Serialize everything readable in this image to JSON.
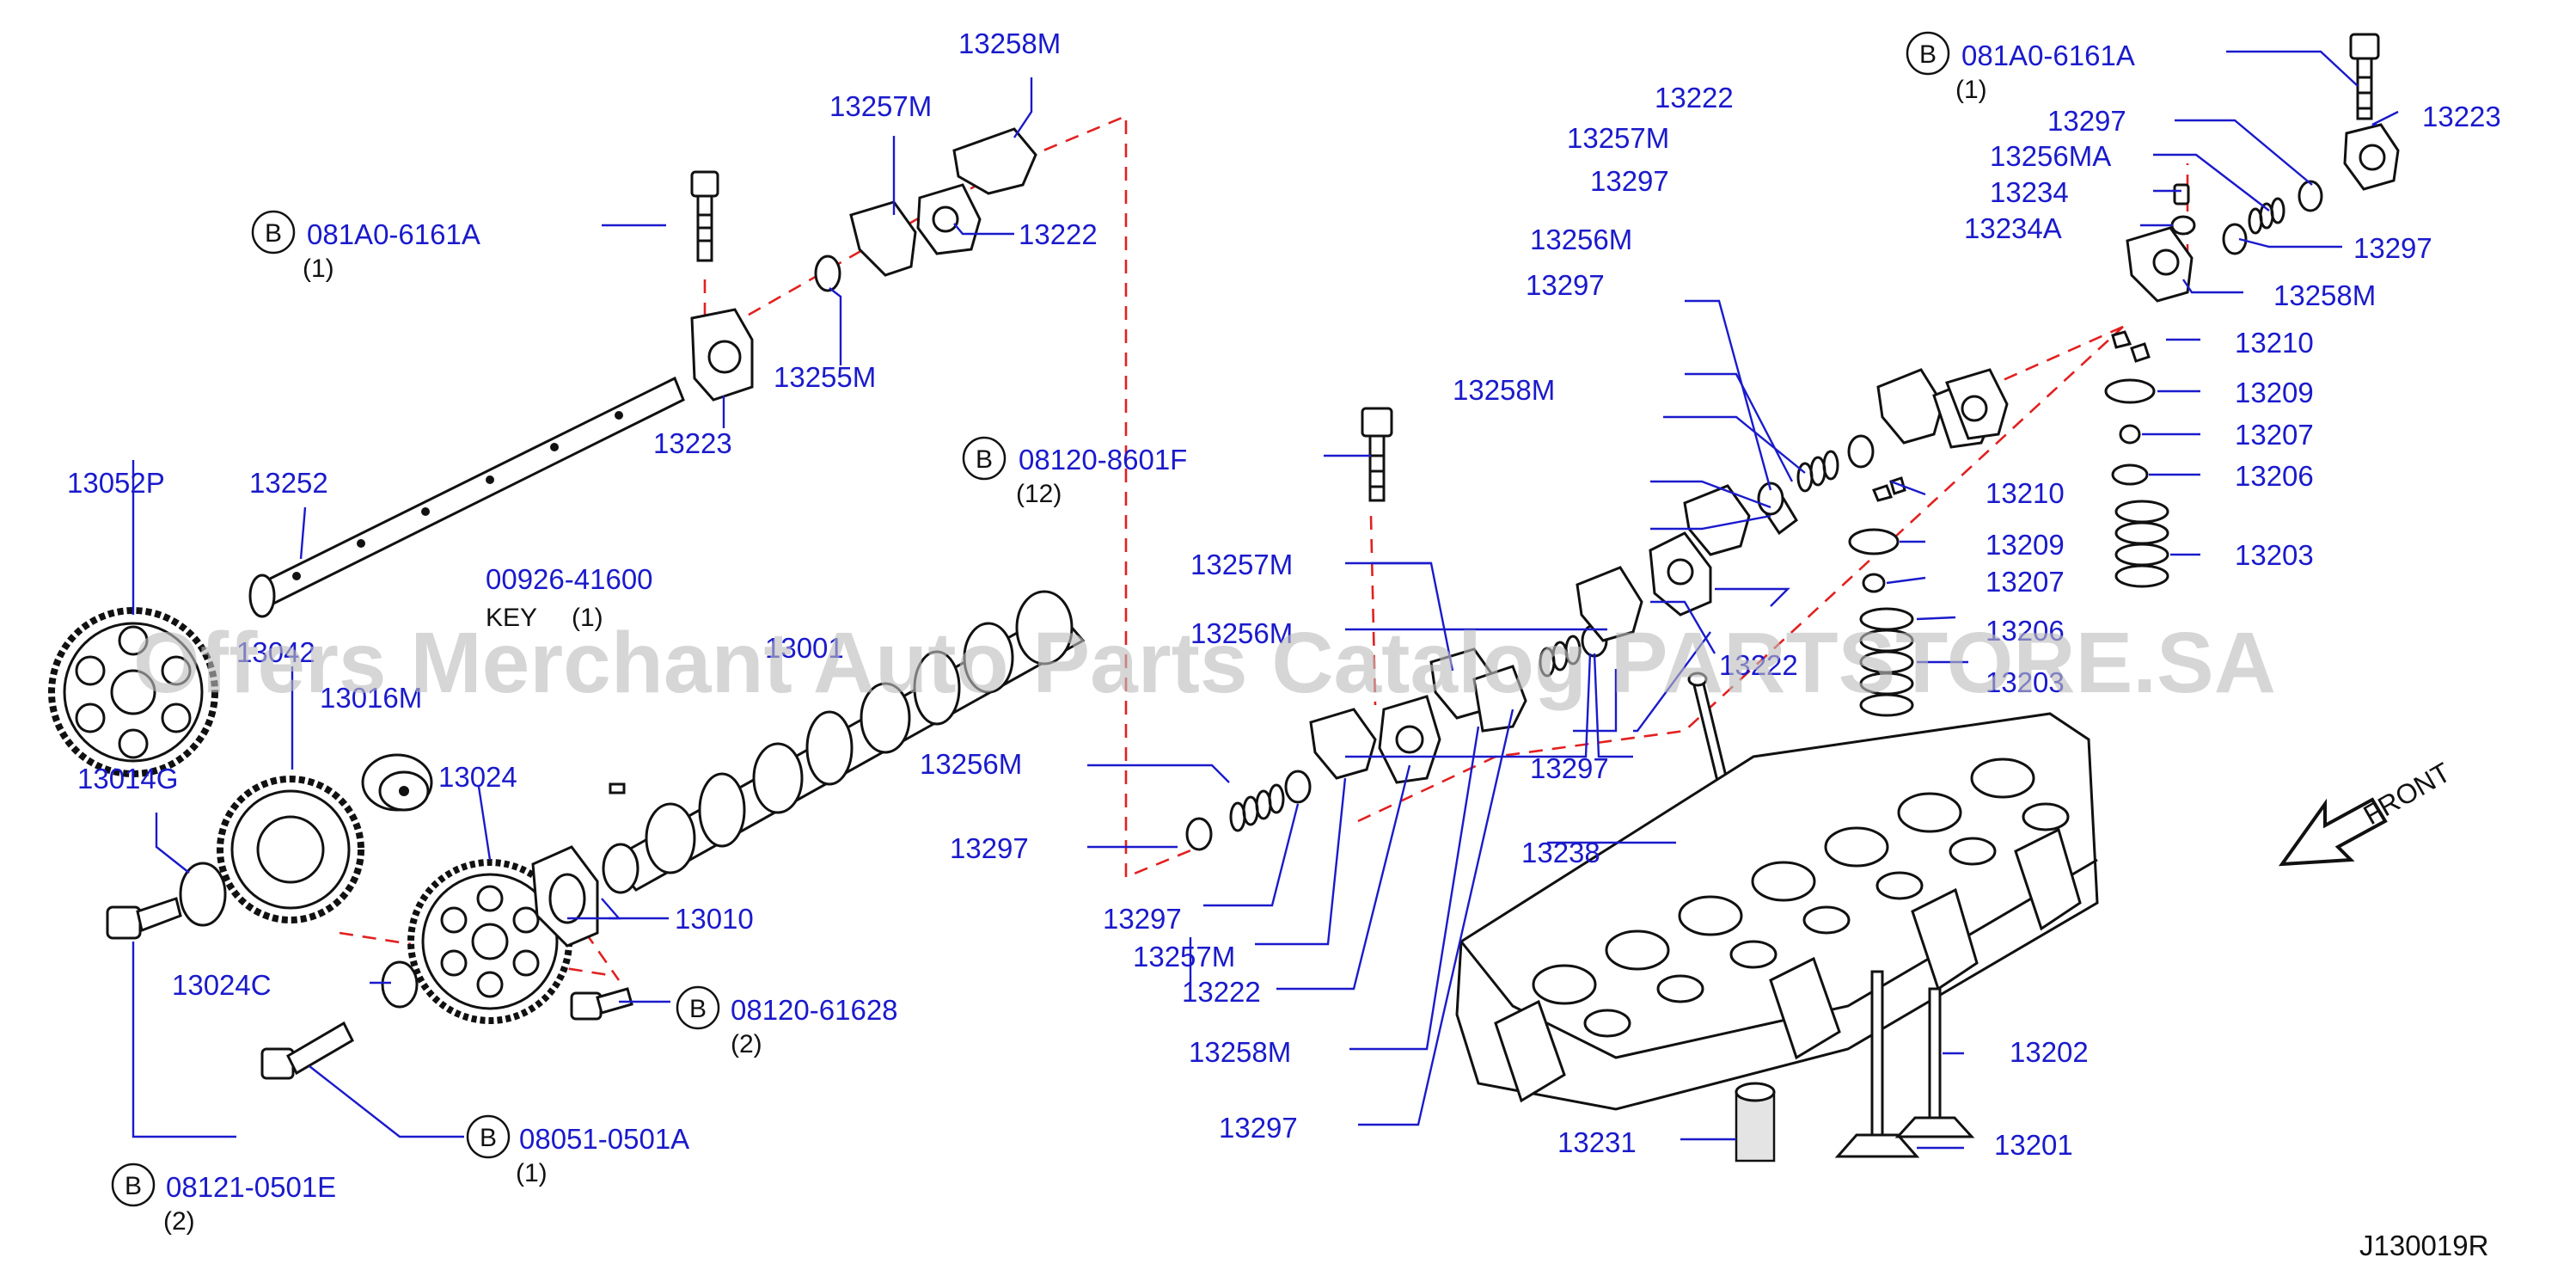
{
  "callouts": {
    "p13258M_a": "13258M",
    "p13257M_a": "13257M",
    "p13222_a": "13222",
    "p13255M": "13255M",
    "p13223_a": "13223",
    "p13052P": "13052P",
    "p13252": "13252",
    "p00926_41600": "00926-41600",
    "key": "KEY",
    "p13042": "13042",
    "p13001": "13001",
    "p13016M": "13016M",
    "p13024": "13024",
    "p13014G": "13014G",
    "p13010": "13010",
    "p13024C": "13024C",
    "p13256M_a": "13256M",
    "p13297_a": "13297",
    "p13297_b": "13297",
    "p13257M_b": "13257M",
    "p13222_b": "13222",
    "p13258M_b": "13258M",
    "p13297_c": "13297",
    "p13257M_c": "13257M",
    "p13256M_b": "13256M",
    "p13222_c": "13222",
    "p13297_d": "13297",
    "p13258M_c": "13258M",
    "p13222_d": "13222",
    "p13257M_d": "13257M",
    "p13297_e": "13297",
    "p13256M_c": "13256M",
    "p13297_f": "13297",
    "p13238": "13238",
    "p13231": "13231",
    "p13201": "13201",
    "p13202": "13202",
    "p13210_a": "13210",
    "p13209_a": "13209",
    "p13207_a": "13207",
    "p13206_a": "13206",
    "p13203_a": "13203",
    "p13223_b": "13223",
    "p13297_g": "13297",
    "p13256MA": "13256MA",
    "p13234": "13234",
    "p13234A": "13234A",
    "p13297_h": "13297",
    "p13258M_d": "13258M",
    "p13210_b": "13210",
    "p13209_b": "13209",
    "p13207_b": "13207",
    "p13206_b": "13206",
    "p13203_b": "13203"
  },
  "bolts": [
    {
      "prefix": "B",
      "code": "081A0-6161A",
      "qty": "(1)"
    },
    {
      "prefix": "B",
      "code": "08120-8601F",
      "qty": "(12)"
    },
    {
      "prefix": "B",
      "code": "08120-61628",
      "qty": "(2)"
    },
    {
      "prefix": "B",
      "code": "08051-0501A",
      "qty": "(1)"
    },
    {
      "prefix": "B",
      "code": "08121-0501E",
      "qty": "(2)"
    },
    {
      "prefix": "B",
      "code": "081A0-6161A",
      "qty": "(1)"
    }
  ],
  "key_qty": "(1)",
  "front_label": "FRONT",
  "watermark": "Offers Merchant Auto Parts Catalog PARTSTORE.SA",
  "diagram_code": "J130019R",
  "colors": {
    "callout_blue": "#1a1acc",
    "dash_red": "#e22020",
    "line_black": "#111111"
  }
}
